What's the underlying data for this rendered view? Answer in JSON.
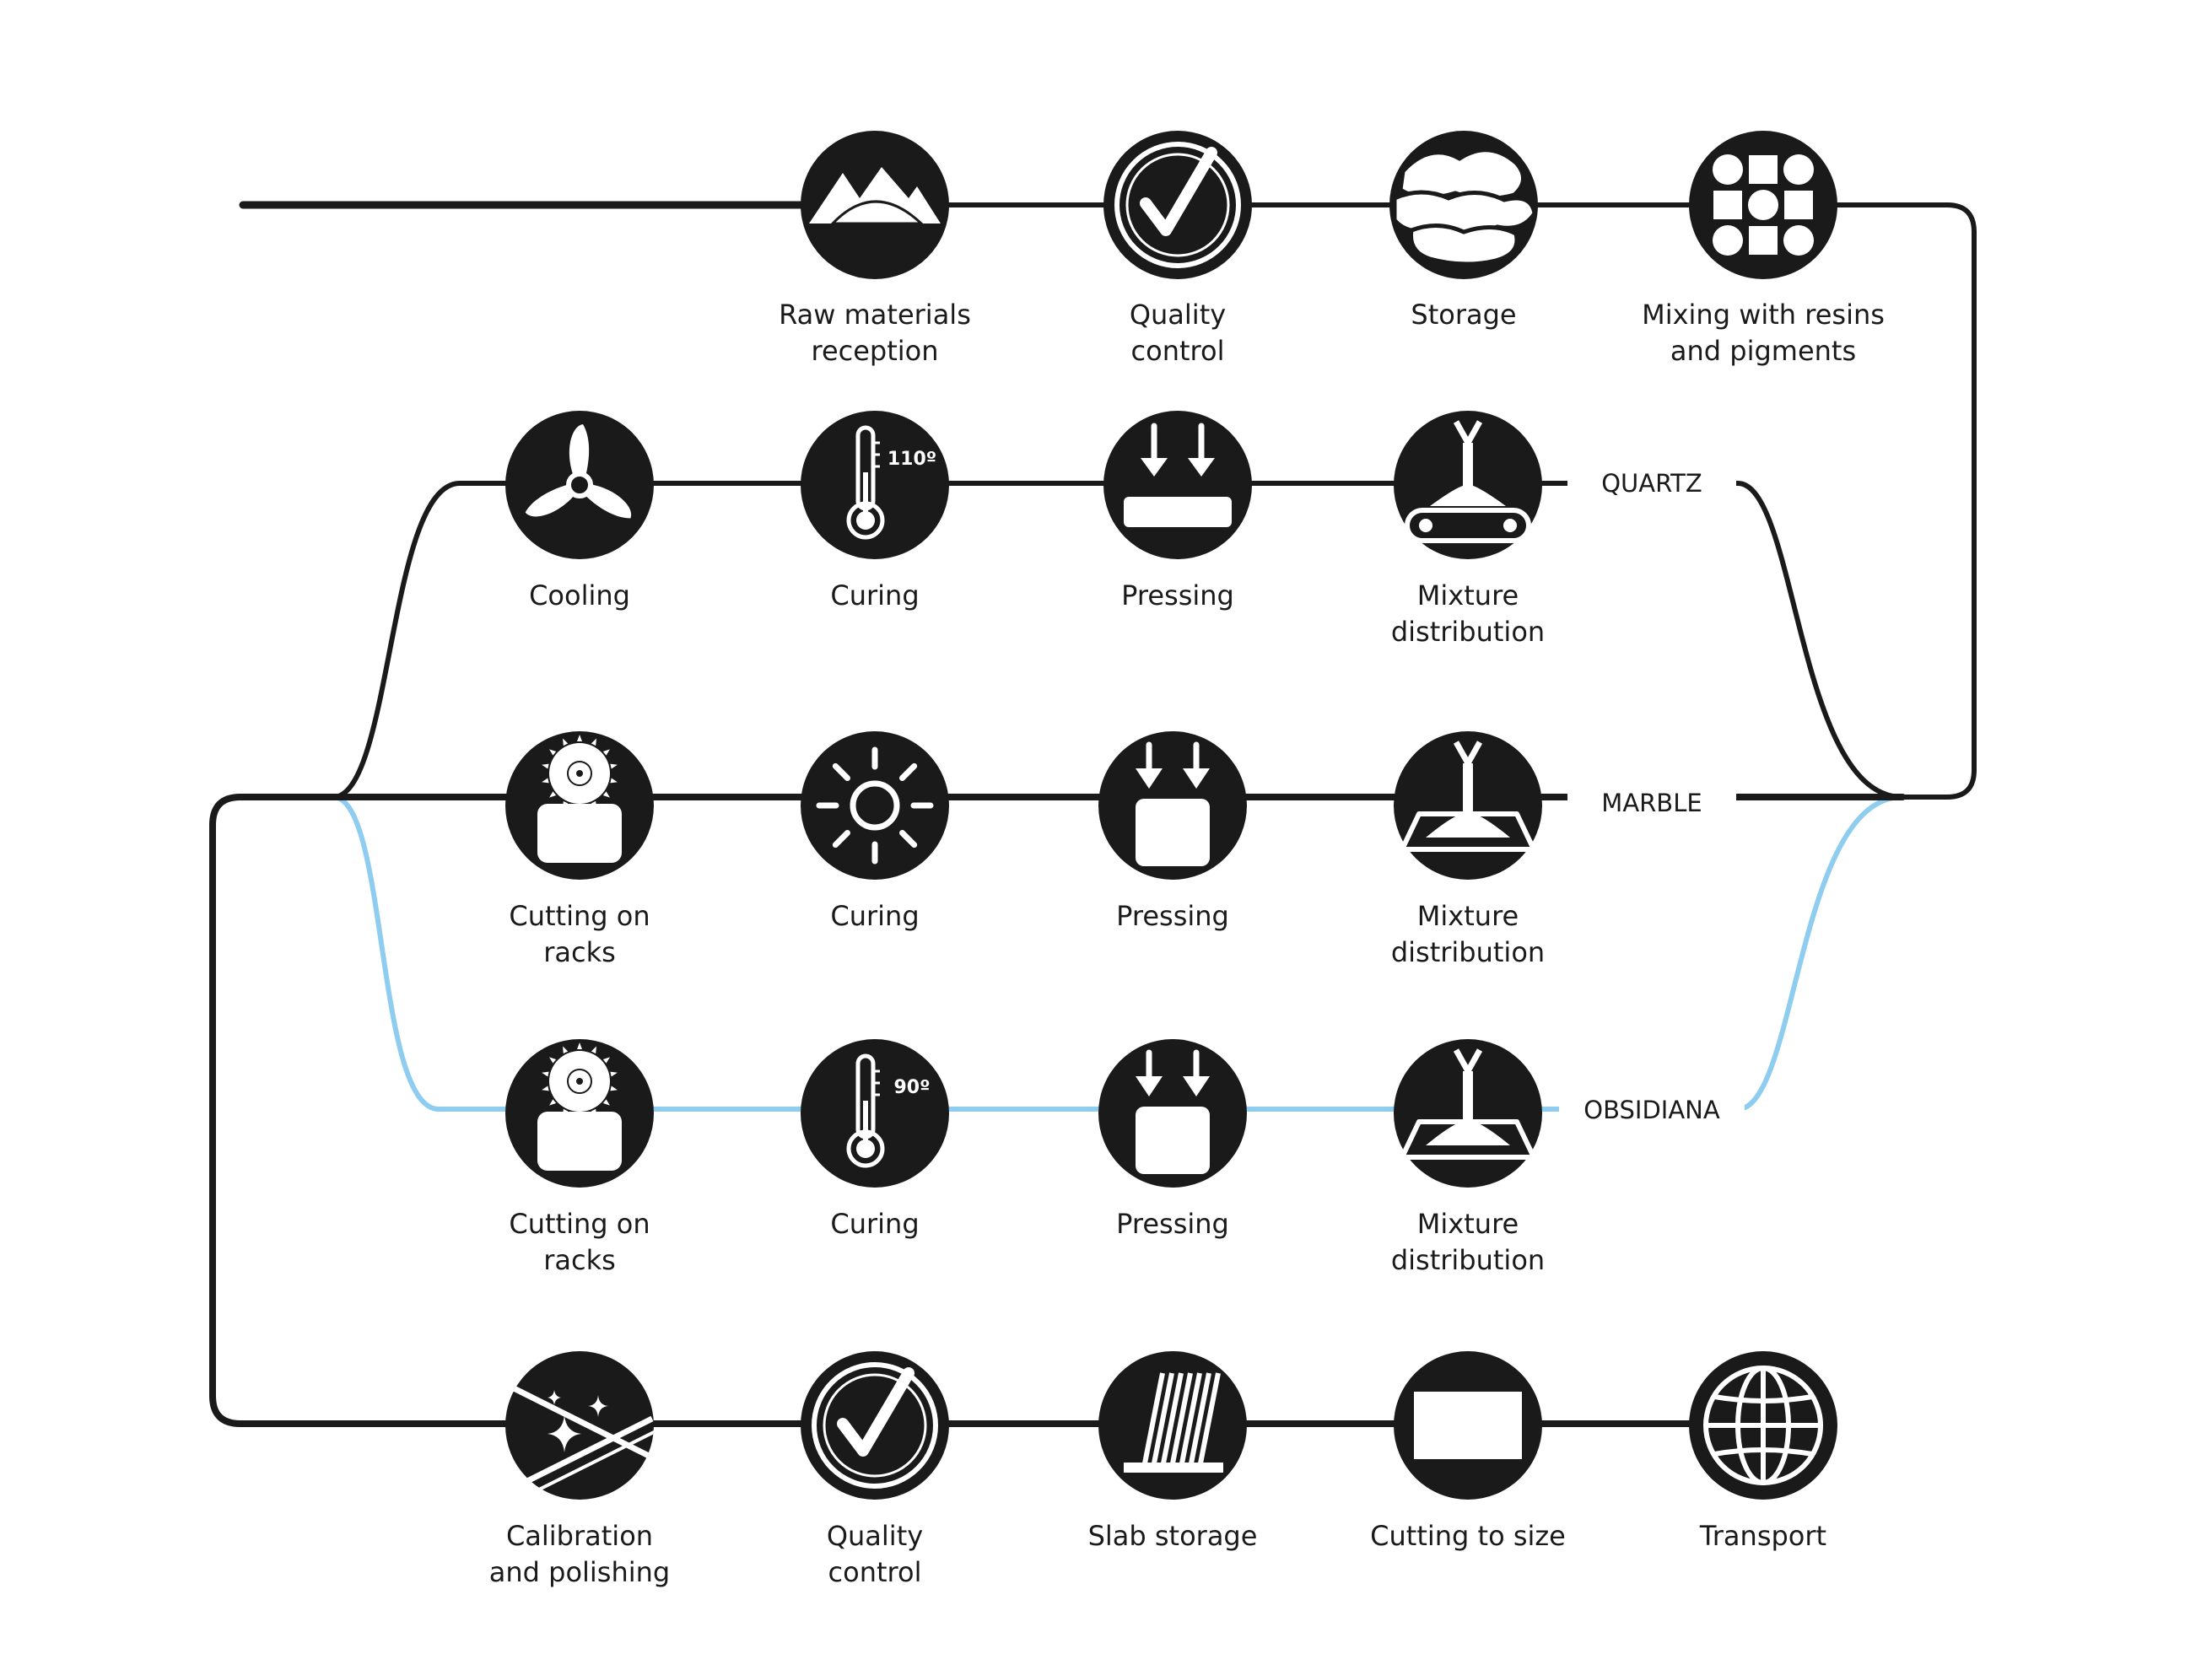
{
  "colors": {
    "ink": "#1a1a1a",
    "obsidiana_line": "#8ecdf0",
    "background": "#ffffff"
  },
  "rows": {
    "intake": [
      {
        "icon": "mountains-icon",
        "label": [
          "Raw materials",
          "reception"
        ]
      },
      {
        "icon": "check-badge-icon",
        "label": [
          "Quality",
          "control"
        ]
      },
      {
        "icon": "stone-pile-icon",
        "label": [
          "Storage"
        ]
      },
      {
        "icon": "grid-mix-icon",
        "label": [
          "Mixing with resins",
          "and pigments"
        ]
      }
    ],
    "quartz": [
      {
        "icon": "fan-icon",
        "label": [
          "Cooling"
        ]
      },
      {
        "icon": "thermometer-icon",
        "temperature": "110º",
        "label": [
          "Curing"
        ]
      },
      {
        "icon": "press-flat-icon",
        "label": [
          "Pressing"
        ]
      },
      {
        "icon": "conveyor-distributor-icon",
        "label": [
          "Mixture",
          "distribution"
        ]
      }
    ],
    "marble": [
      {
        "icon": "saw-block-icon",
        "label": [
          "Cutting on",
          "racks"
        ]
      },
      {
        "icon": "sun-icon",
        "label": [
          "Curing"
        ]
      },
      {
        "icon": "press-block-icon",
        "label": [
          "Pressing"
        ]
      },
      {
        "icon": "mold-distributor-icon",
        "label": [
          "Mixture",
          "distribution"
        ]
      }
    ],
    "obsidiana": [
      {
        "icon": "saw-block-icon",
        "label": [
          "Cutting on",
          "racks"
        ]
      },
      {
        "icon": "thermometer-icon",
        "temperature": "90º",
        "label": [
          "Curing"
        ]
      },
      {
        "icon": "press-block-icon",
        "label": [
          "Pressing"
        ]
      },
      {
        "icon": "mold-distributor-icon",
        "label": [
          "Mixture",
          "distribution"
        ]
      }
    ],
    "finishing": [
      {
        "icon": "polish-sparkle-icon",
        "label": [
          "Calibration",
          "and polishing"
        ]
      },
      {
        "icon": "check-badge-icon",
        "label": [
          "Quality",
          "control"
        ]
      },
      {
        "icon": "slab-rack-icon",
        "label": [
          "Slab storage"
        ]
      },
      {
        "icon": "cut-rectangle-icon",
        "label": [
          "Cutting to size"
        ]
      },
      {
        "icon": "globe-icon",
        "label": [
          "Transport"
        ]
      }
    ]
  },
  "routes": {
    "quartz": "QUARTZ",
    "marble": "MARBLE",
    "obsidiana": "OBSIDIANA"
  }
}
